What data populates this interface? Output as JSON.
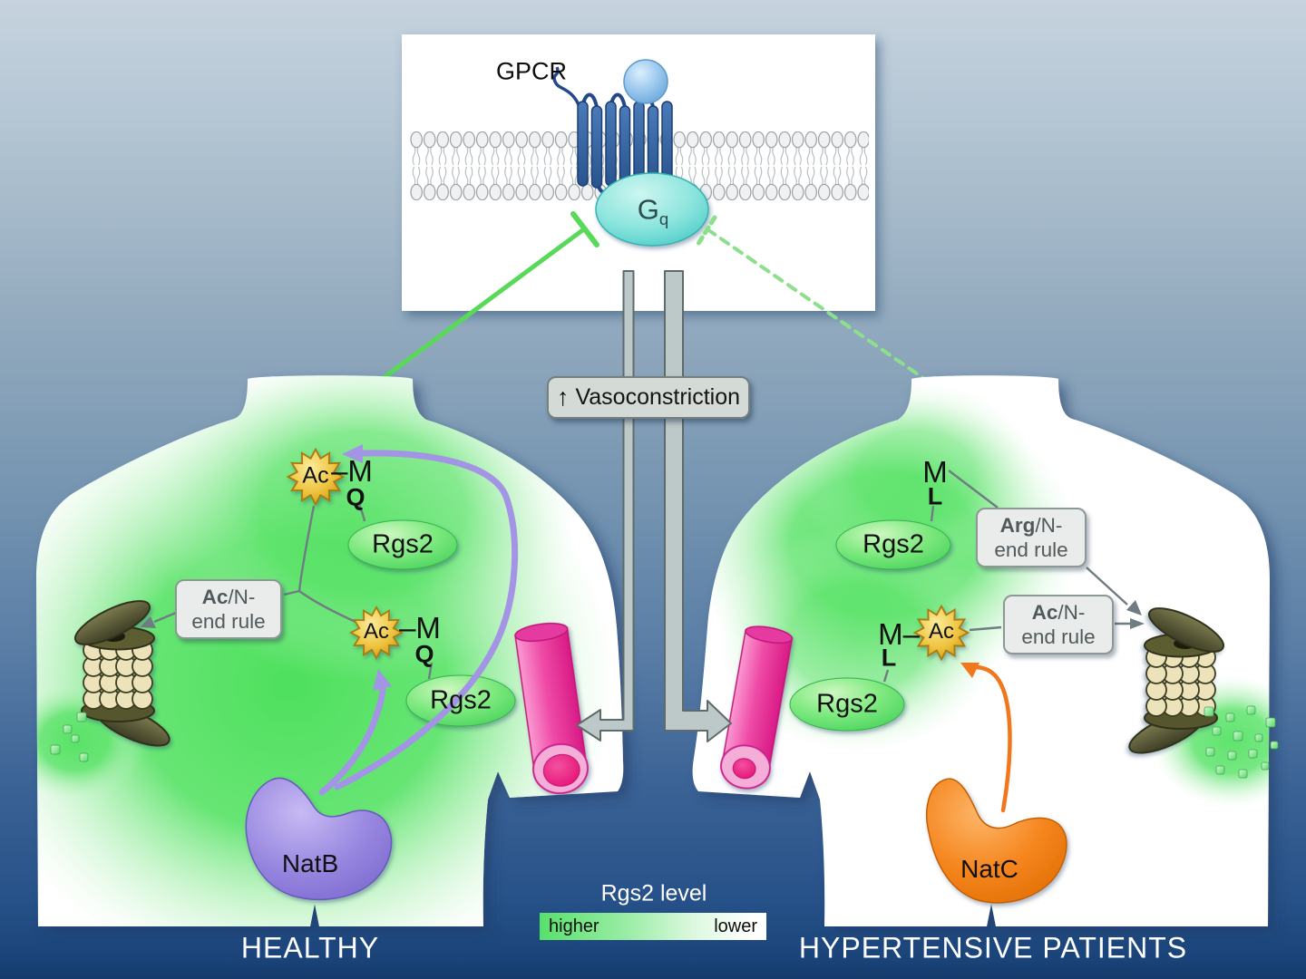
{
  "panel": {
    "gpcr_label": "GPCR",
    "gq": {
      "main": "G",
      "sub": "q"
    }
  },
  "vasoconstriction": {
    "arrow": "↑",
    "label": "Vasoconstriction"
  },
  "healthy": {
    "title": "HEALTHY",
    "enzyme": "NatB",
    "site_top": {
      "ac": "Ac",
      "met": "–M",
      "residue": "Q"
    },
    "site_mid": {
      "ac": "Ac",
      "met": "–M",
      "residue": "Q"
    },
    "rgs2_top": "Rgs2",
    "rgs2_mid": "Rgs2",
    "rule_box": {
      "bold": "Ac",
      "rest": "/N-",
      "line2": "end rule"
    }
  },
  "hypertensive": {
    "title": "HYPERTENSIVE PATIENTS",
    "enzyme": "NatC",
    "site_top": {
      "met": "M",
      "residue": "L"
    },
    "site_mid": {
      "met": "M–",
      "ac": "Ac",
      "residue": "L"
    },
    "rgs2_top": "Rgs2",
    "rgs2_mid": "Rgs2",
    "arg_rule_box": {
      "bold": "Arg",
      "rest": "/N-",
      "line2": "end rule"
    },
    "ac_rule_box": {
      "bold": "Ac",
      "rest": "/N-",
      "line2": "end rule"
    }
  },
  "legend": {
    "title": "Rgs2 level",
    "left": "higher",
    "right": "lower"
  },
  "colors": {
    "rgs2_green": "#5fe36d",
    "glow_green": "#53e062",
    "natb_purple": "#9180dc",
    "natc_orange": "#f07d12",
    "vessel_pink": "#e8198a",
    "inhibition_green": "#58da58",
    "signal_gray": "#bdc8c8",
    "membrane_blue": "#3b6aa5",
    "gq_cyan": "#7fe2da",
    "background_top": "#c6d3df",
    "background_bottom": "#1a4479"
  }
}
